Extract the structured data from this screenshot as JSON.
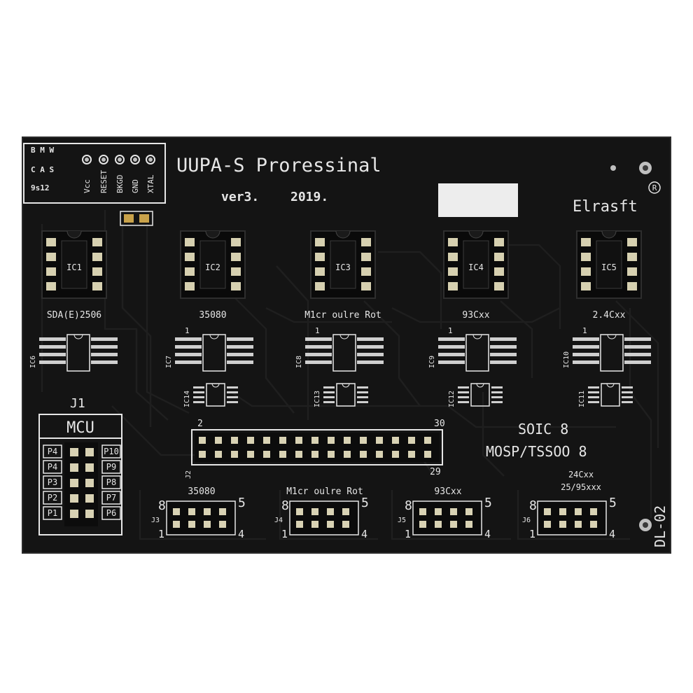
{
  "board": {
    "title": "UUPA-S  Proressinal",
    "version": "ver3.",
    "year": "2019.",
    "brand": "Elrasft",
    "registered_mark": "R",
    "model": "DL-02",
    "colors": {
      "pcb": "#141414",
      "silkscreen": "#e6e6e6",
      "pad_gold": "#c9a24a",
      "header_pin": "#d8d2b4"
    }
  },
  "corner_block": {
    "row1": "B M W",
    "row2": "C A S",
    "row3": "9s12",
    "pins": [
      "Vcc",
      "RESET",
      "BKGD",
      "GND",
      "XTAL"
    ]
  },
  "dip_sockets": [
    {
      "ref": "IC1",
      "label": "SDA(E)2506"
    },
    {
      "ref": "IC2",
      "label": "35080"
    },
    {
      "ref": "IC3",
      "label": "M1cr oulre Rot"
    },
    {
      "ref": "IC4",
      "label": "93Cxx"
    },
    {
      "ref": "IC5",
      "label": "2.4Cxx"
    }
  ],
  "soic_footprints": [
    {
      "ref": "IC6",
      "pin1": ""
    },
    {
      "ref": "IC7",
      "pin1": "1"
    },
    {
      "ref": "IC8",
      "pin1": "1"
    },
    {
      "ref": "IC9",
      "pin1": "1"
    },
    {
      "ref": "IC10",
      "pin1": "1"
    }
  ],
  "small_footprints": [
    {
      "ref": "IC14"
    },
    {
      "ref": "IC13"
    },
    {
      "ref": "IC12"
    },
    {
      "ref": "IC11"
    }
  ],
  "package_labels": {
    "line1": "SOIC 8",
    "line2": "MOSP/TSSOO 8"
  },
  "j1": {
    "ref": "J1",
    "title": "MCU",
    "left_pins": [
      "P4",
      "P4",
      "P3",
      "P2",
      "P1"
    ],
    "right_pins": [
      "P10",
      "P9",
      "P8",
      "P7",
      "P6"
    ]
  },
  "j2": {
    "ref": "J2",
    "pin_top_left": "2",
    "pin_top_right": "30",
    "pin_bottom_right": "29"
  },
  "headers": [
    {
      "ref": "J3",
      "label": "35080",
      "label2": "",
      "pin_tl": "8",
      "pin_tr": "5",
      "pin_bl": "1",
      "pin_br": "4"
    },
    {
      "ref": "J4",
      "label": "M1cr oulre Rot",
      "label2": "",
      "pin_tl": "8",
      "pin_tr": "5",
      "pin_bl": "1",
      "pin_br": "4"
    },
    {
      "ref": "J5",
      "label": "93Cxx",
      "label2": "",
      "pin_tl": "8",
      "pin_tr": "5",
      "pin_bl": "1",
      "pin_br": "4"
    },
    {
      "ref": "J6",
      "label": "24Cxx",
      "label2": "25/95xxx",
      "pin_tl": "8",
      "pin_tr": "5",
      "pin_bl": "1",
      "pin_br": "4"
    }
  ]
}
